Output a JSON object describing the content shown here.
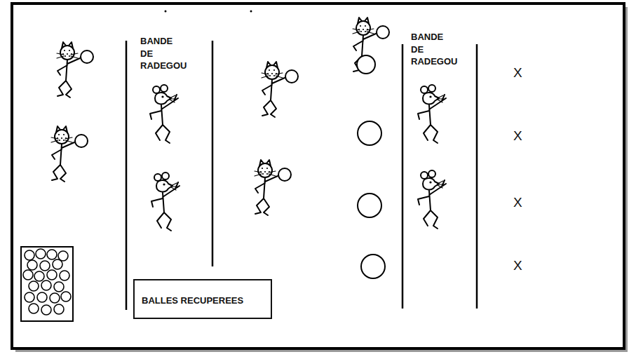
{
  "diagram": {
    "nodes": [
      {
        "text": [
          "BALLES RECUPEREES"
        ]
      }
    ],
    "labels": [
      "BANDE DE RADEGOU",
      "BANDE DE RADEGOU",
      "X",
      "X",
      "X",
      "X"
    ]
  }
}
